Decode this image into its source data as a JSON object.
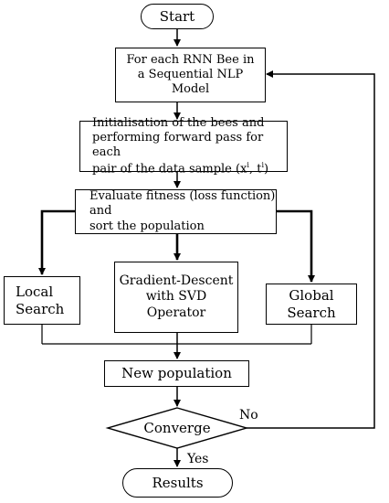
{
  "start": "Start",
  "for_each": [
    "For each RNN Bee in",
    "a Sequential NLP",
    "Model"
  ],
  "init": {
    "line1": "Initialisation of the bees and",
    "line2": "performing forward pass for each",
    "line3_prefix": "pair of the data sample (x",
    "line3_sup1": "i",
    "line3_mid": ", t",
    "line3_sup2": "i",
    "line3_suffix": ")"
  },
  "evaluate": [
    "Evaluate fitness (loss function) and",
    "sort the population"
  ],
  "local_search": [
    "Local",
    "Search"
  ],
  "gradient": [
    "Gradient-Descent",
    "with SVD Operator"
  ],
  "global_search": [
    "Global",
    "Search"
  ],
  "new_population": "New population",
  "converge": "Converge",
  "no_label": "No",
  "yes_label": "Yes",
  "results": "Results"
}
